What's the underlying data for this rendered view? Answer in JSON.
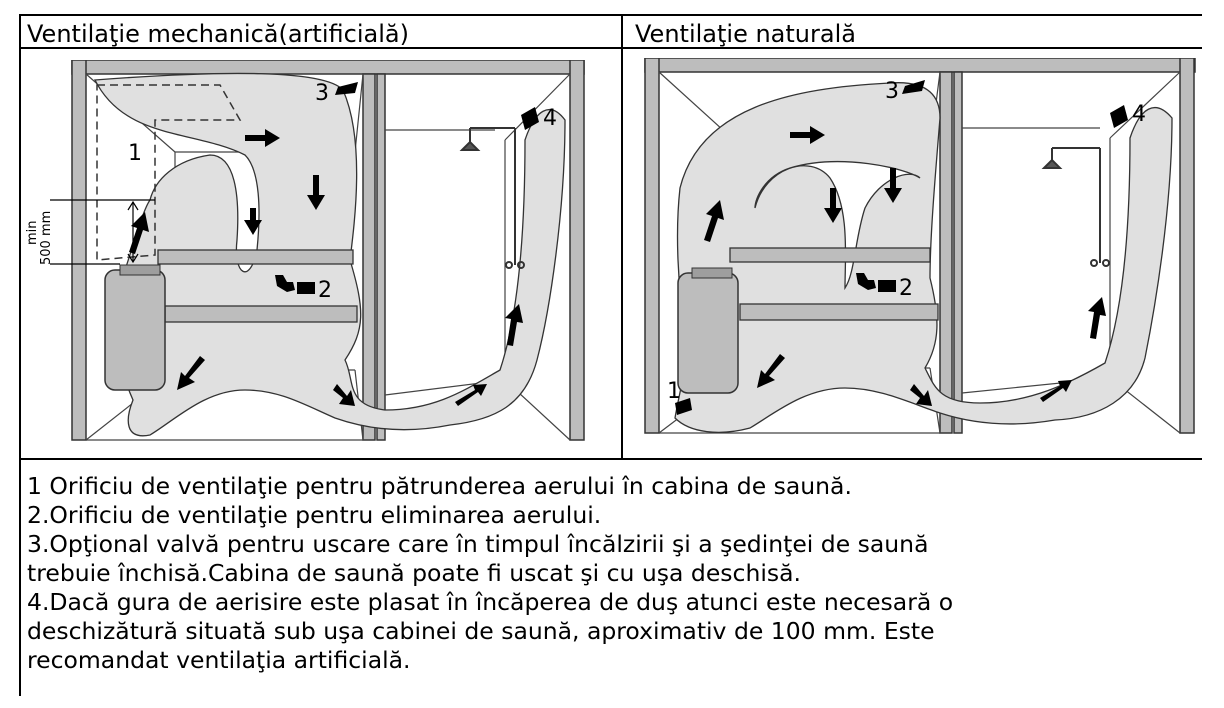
{
  "table": {
    "col_left_header": "Ventilaţie mechanică(artificială)",
    "col_right_header": "Ventilaţie naturală"
  },
  "figure_left": {
    "labels": [
      "1",
      "2",
      "3",
      "4"
    ],
    "dimension": {
      "line1": "min",
      "line2": "500 mm"
    }
  },
  "figure_right": {
    "labels": [
      "1",
      "2",
      "3",
      "4"
    ]
  },
  "legend": [
    "1 Orificiu de ventilaţie  pentru pătrunderea aerului în cabina de saună.",
    "2.Orificiu de ventilaţie  pentru eliminarea aerului.",
    "3.Opţional valvă pentru uscare care în timpul încălzirii şi a şedinţei de saună",
    "trebuie închisă.Cabina de saună poate fi uscat şi cu uşa deschisă.",
    "4.Dacă gura de  aerisire este plasat în încăperea de duş atunci este necesară o",
    "deschizătură situată sub uşa cabinei de saună, aproximativ de 100 mm. Este",
    "recomandat ventilaţia artificială."
  ]
}
